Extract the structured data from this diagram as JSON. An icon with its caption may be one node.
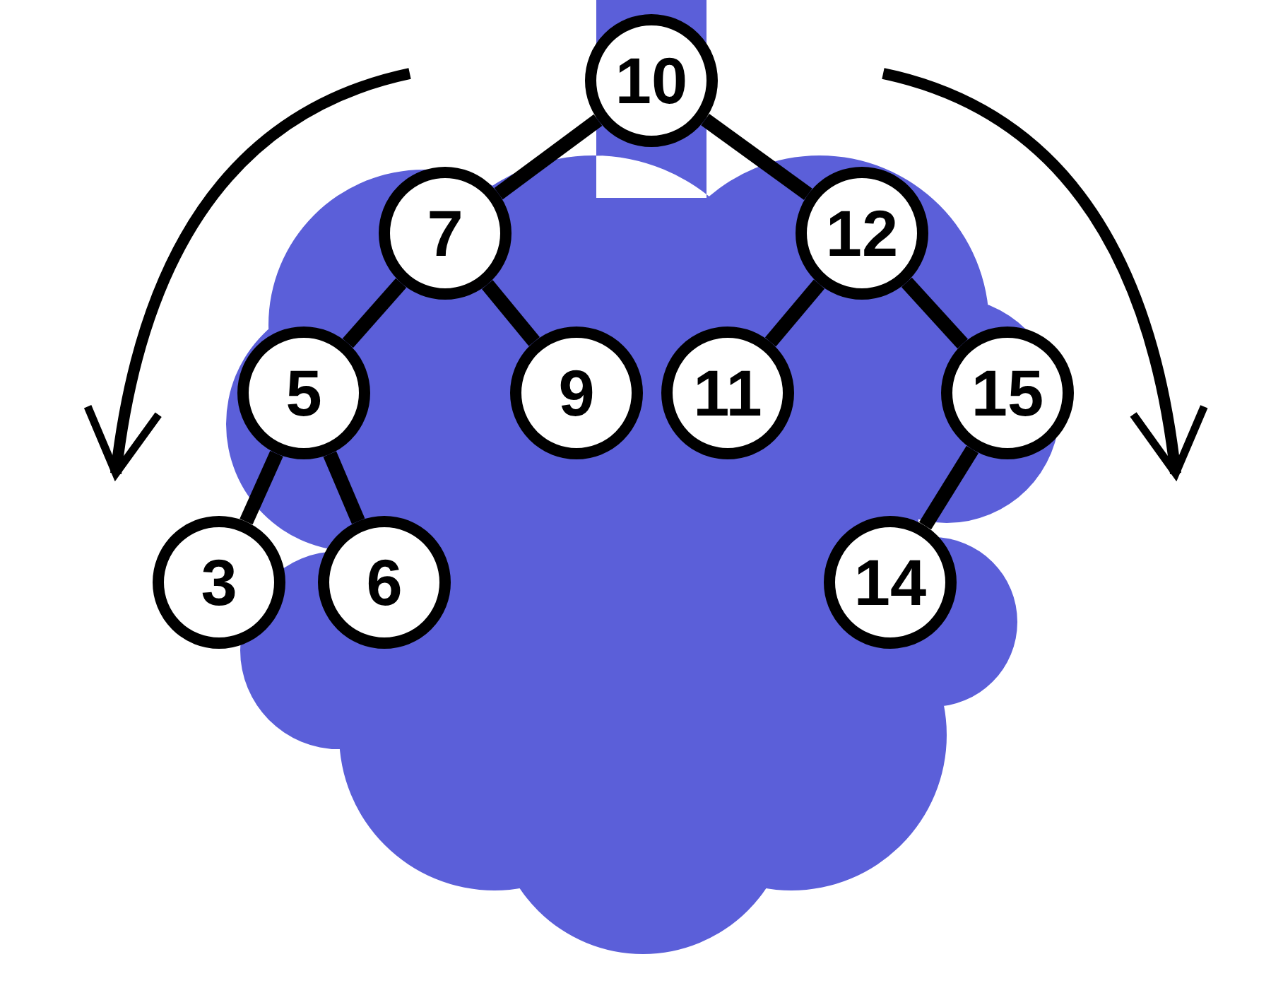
{
  "diagram": {
    "nodes": [
      {
        "text": [
          "10"
        ]
      },
      {
        "text": [
          "7"
        ]
      },
      {
        "text": [
          "12"
        ]
      },
      {
        "text": [
          "5"
        ]
      },
      {
        "text": [
          "9"
        ]
      },
      {
        "text": [
          "11"
        ]
      },
      {
        "text": [
          "15"
        ]
      },
      {
        "text": [
          "3"
        ]
      },
      {
        "text": [
          "6"
        ]
      },
      {
        "text": [
          "14"
        ]
      }
    ],
    "edges": [
      {
        "from": 0,
        "to": 1,
        "arrow": "none"
      },
      {
        "from": 0,
        "to": 2,
        "arrow": "none"
      },
      {
        "from": 1,
        "to": 3,
        "arrow": "none"
      },
      {
        "from": 1,
        "to": 4,
        "arrow": "none"
      },
      {
        "from": 2,
        "to": 5,
        "arrow": "none"
      },
      {
        "from": 2,
        "to": 6,
        "arrow": "none"
      },
      {
        "from": 3,
        "to": 7,
        "arrow": "none"
      },
      {
        "from": 3,
        "to": 8,
        "arrow": "none"
      },
      {
        "from": 6,
        "to": 9,
        "arrow": "none"
      }
    ]
  }
}
